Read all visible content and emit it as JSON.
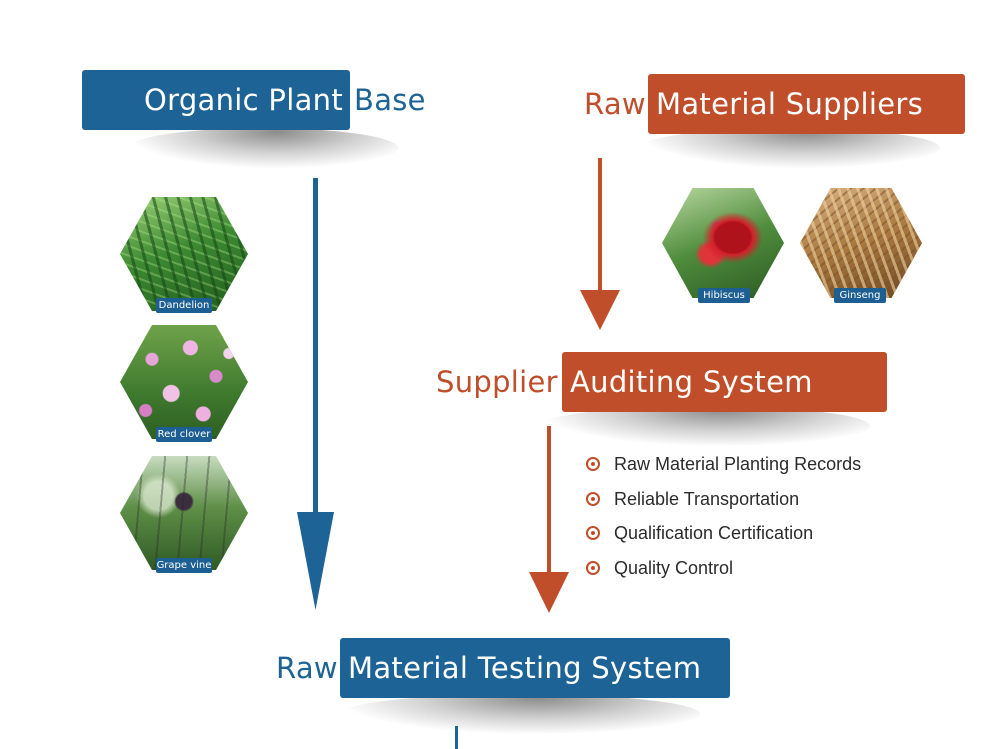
{
  "colors": {
    "blue": "#1d6396",
    "orange": "#c04e2a"
  },
  "plant_base": {
    "light": "Organic Plant",
    "dark": "Base"
  },
  "suppliers": {
    "light": "Raw",
    "dark": "Material Suppliers"
  },
  "auditing": {
    "light": "Supplier",
    "dark": "Auditing System"
  },
  "testing": {
    "light": "Raw",
    "dark": "Material Testing System"
  },
  "plants": [
    {
      "name": "Dandelion"
    },
    {
      "name": "Red clover"
    },
    {
      "name": "Grape vine"
    }
  ],
  "supplier_materials": [
    {
      "name": "Hibiscus"
    },
    {
      "name": "Ginseng"
    }
  ],
  "audit_items": [
    "Raw Material Planting Records",
    "Reliable Transportation",
    "Qualification Certification",
    "Quality Control"
  ]
}
